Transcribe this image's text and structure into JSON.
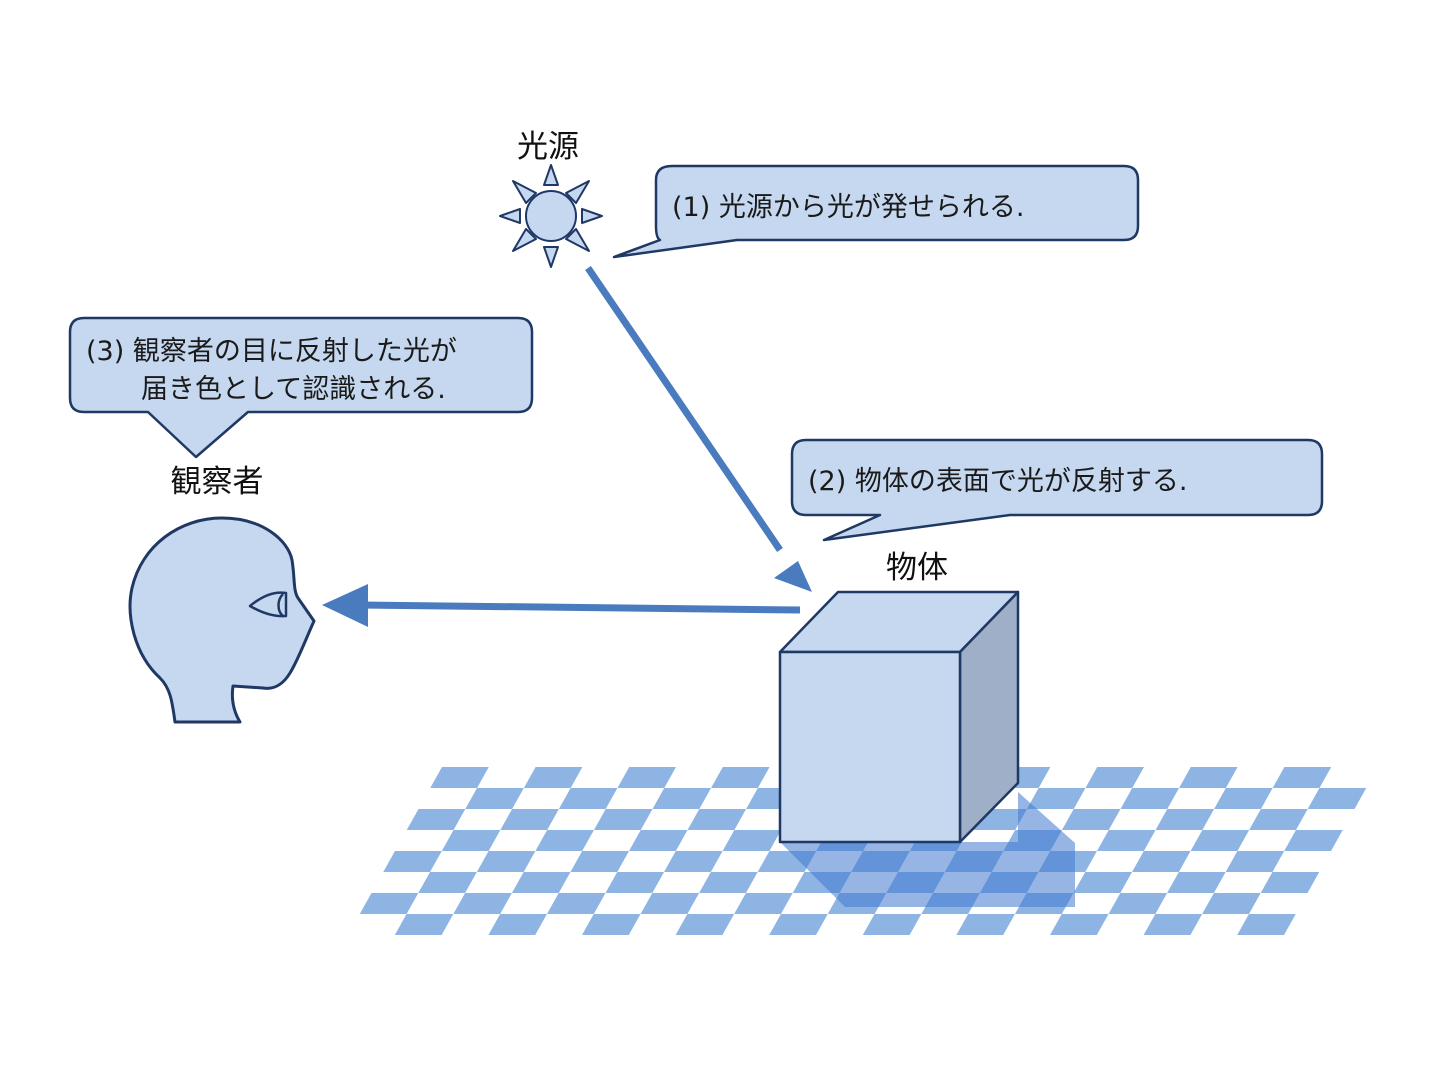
{
  "labels": {
    "light_source": "光源",
    "object": "物体",
    "observer": "観察者"
  },
  "callouts": {
    "step1": {
      "lines": [
        "(1) 光源から光が発せられる."
      ]
    },
    "step2": {
      "lines": [
        "(2) 物体の表面で光が反射する."
      ]
    },
    "step3": {
      "lines": [
        "(3) 観察者の目に反射した光が",
        "届き色として認識される."
      ]
    }
  },
  "colors": {
    "fill_light": "#c5d8ef",
    "stroke_dark": "#1f3864",
    "arrow_blue": "#4a7bbf",
    "cube_side": "#9fafc8",
    "checker_blue": "#8eb4e3",
    "shadow_blue": "#3f78cf"
  },
  "icons": {
    "sun": "sun-icon",
    "head": "observer-head-icon",
    "eye": "eye-icon"
  }
}
